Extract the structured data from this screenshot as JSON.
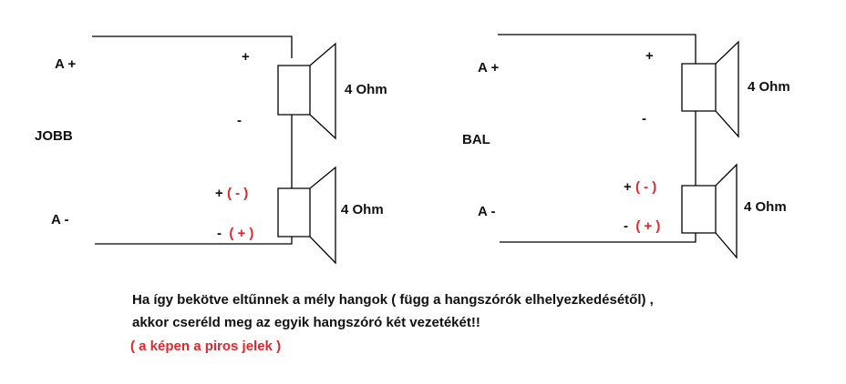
{
  "colors": {
    "wire": "#000000",
    "text": "#111111",
    "accent": "#e0282a"
  },
  "left": {
    "side_label": "JOBB",
    "amp_pos": "A  +",
    "amp_neg": "A  -",
    "top_speaker": {
      "plus": "+",
      "minus": "-",
      "impedance": "4 Ohm"
    },
    "bottom_speaker": {
      "plus": "+",
      "plus_red": "( - )",
      "minus": "-",
      "minus_red": "( + )",
      "impedance": "4 Ohm"
    }
  },
  "right": {
    "side_label": "BAL",
    "amp_pos": "A  +",
    "amp_neg": "A  -",
    "top_speaker": {
      "plus": "+",
      "minus": "-",
      "impedance": "4 Ohm"
    },
    "bottom_speaker": {
      "plus": "+",
      "plus_red": "( - )",
      "minus": "-",
      "minus_red": "( + )",
      "impedance": "4 Ohm"
    }
  },
  "note": {
    "line1": "Ha így bekötve eltűnnek a mély hangok ( függ a hangszórók elhelyezkedésétől) ,",
    "line2": "akkor cseréld meg az egyik hangszóró két vezetékét!!",
    "line3": "( a képen a piros jelek )"
  }
}
